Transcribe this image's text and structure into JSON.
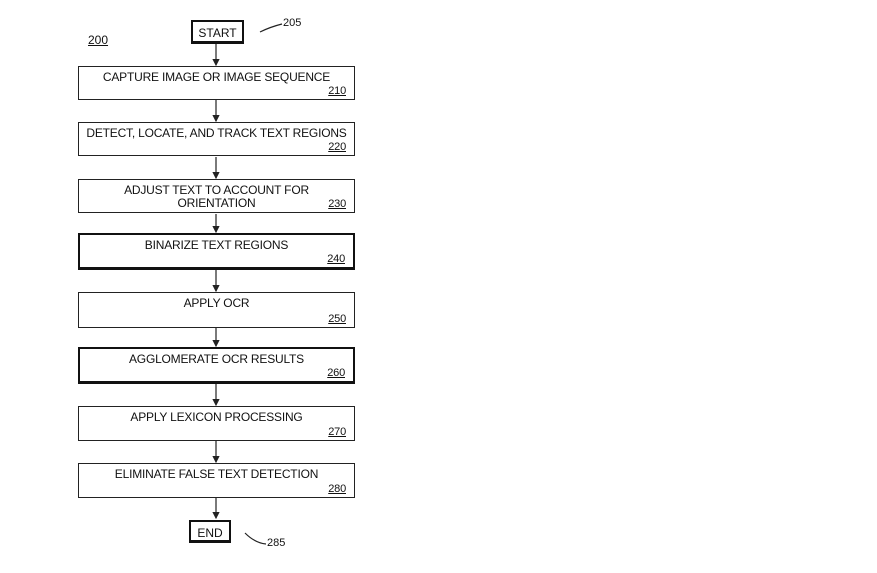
{
  "figure_number": "200",
  "start": {
    "label": "START",
    "ref": "205"
  },
  "end": {
    "label": "END",
    "ref": "285"
  },
  "steps": [
    {
      "text": "CAPTURE IMAGE OR IMAGE SEQUENCE",
      "num": "210"
    },
    {
      "text": "DETECT, LOCATE, AND TRACK TEXT REGIONS",
      "num": "220"
    },
    {
      "text": "ADJUST TEXT TO ACCOUNT FOR\nORIENTATION",
      "num": "230"
    },
    {
      "text": "BINARIZE TEXT REGIONS",
      "num": "240"
    },
    {
      "text": "APPLY OCR",
      "num": "250"
    },
    {
      "text": "AGGLOMERATE OCR RESULTS",
      "num": "260"
    },
    {
      "text": "APPLY LEXICON PROCESSING",
      "num": "270"
    },
    {
      "text": "ELIMINATE FALSE TEXT DETECTION",
      "num": "280"
    }
  ]
}
